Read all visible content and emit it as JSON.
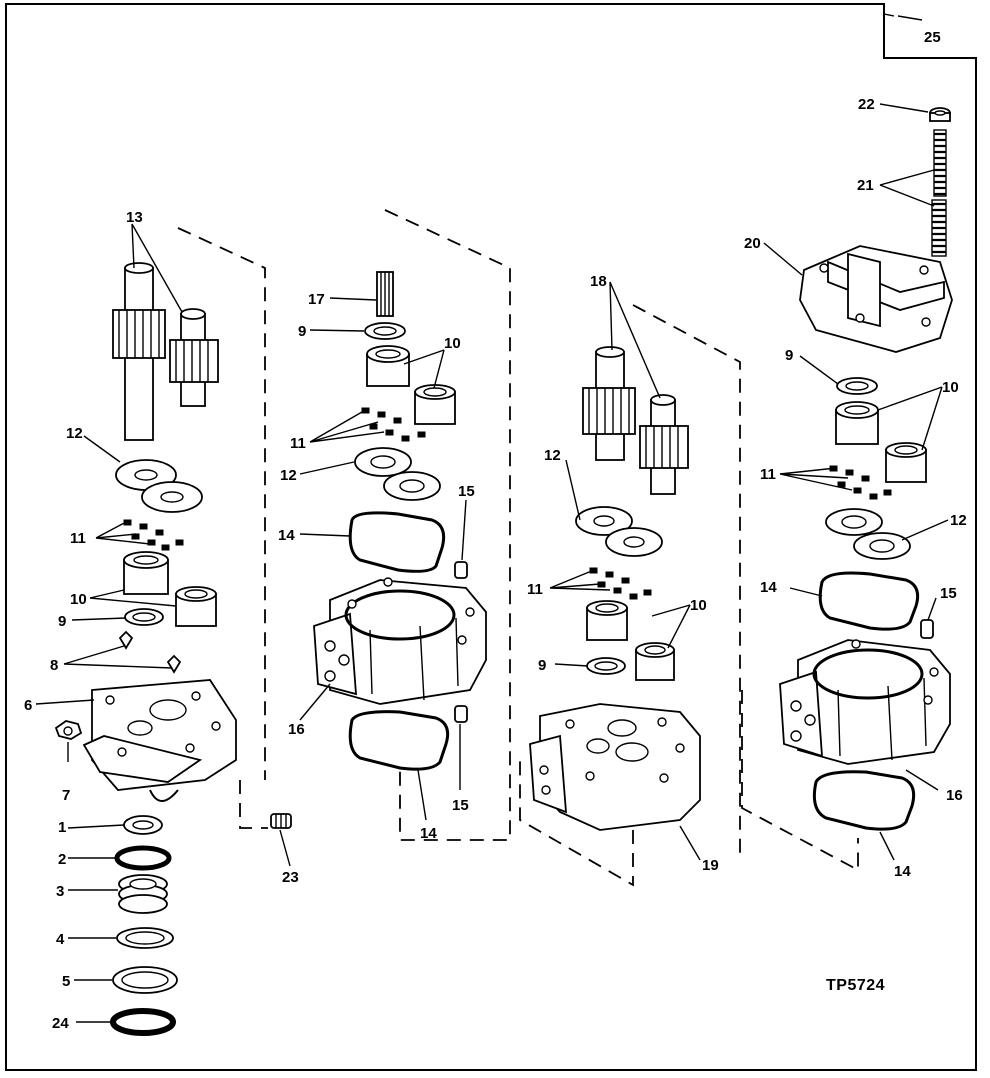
{
  "figure_code": "TP5724",
  "callouts": {
    "c1": "1",
    "c2": "2",
    "c3": "3",
    "c4": "4",
    "c5": "5",
    "c6": "6",
    "c7": "7",
    "c8": "8",
    "c9a": "9",
    "c9b": "9",
    "c9c": "9",
    "c9d": "9",
    "c10a": "10",
    "c10b": "10",
    "c10c": "10",
    "c10d": "10",
    "c11a": "11",
    "c11b": "11",
    "c11c": "11",
    "c11d": "11",
    "c12a": "12",
    "c12b": "12",
    "c12c": "12",
    "c12d": "12",
    "c13": "13",
    "c14a": "14",
    "c14b": "14",
    "c14c": "14",
    "c14d": "14",
    "c15a": "15",
    "c15b": "15",
    "c15c": "15",
    "c16a": "16",
    "c16b": "16",
    "c17": "17",
    "c18": "18",
    "c19": "19",
    "c20": "20",
    "c21": "21",
    "c22": "22",
    "c23": "23",
    "c24": "24",
    "c25": "25"
  }
}
